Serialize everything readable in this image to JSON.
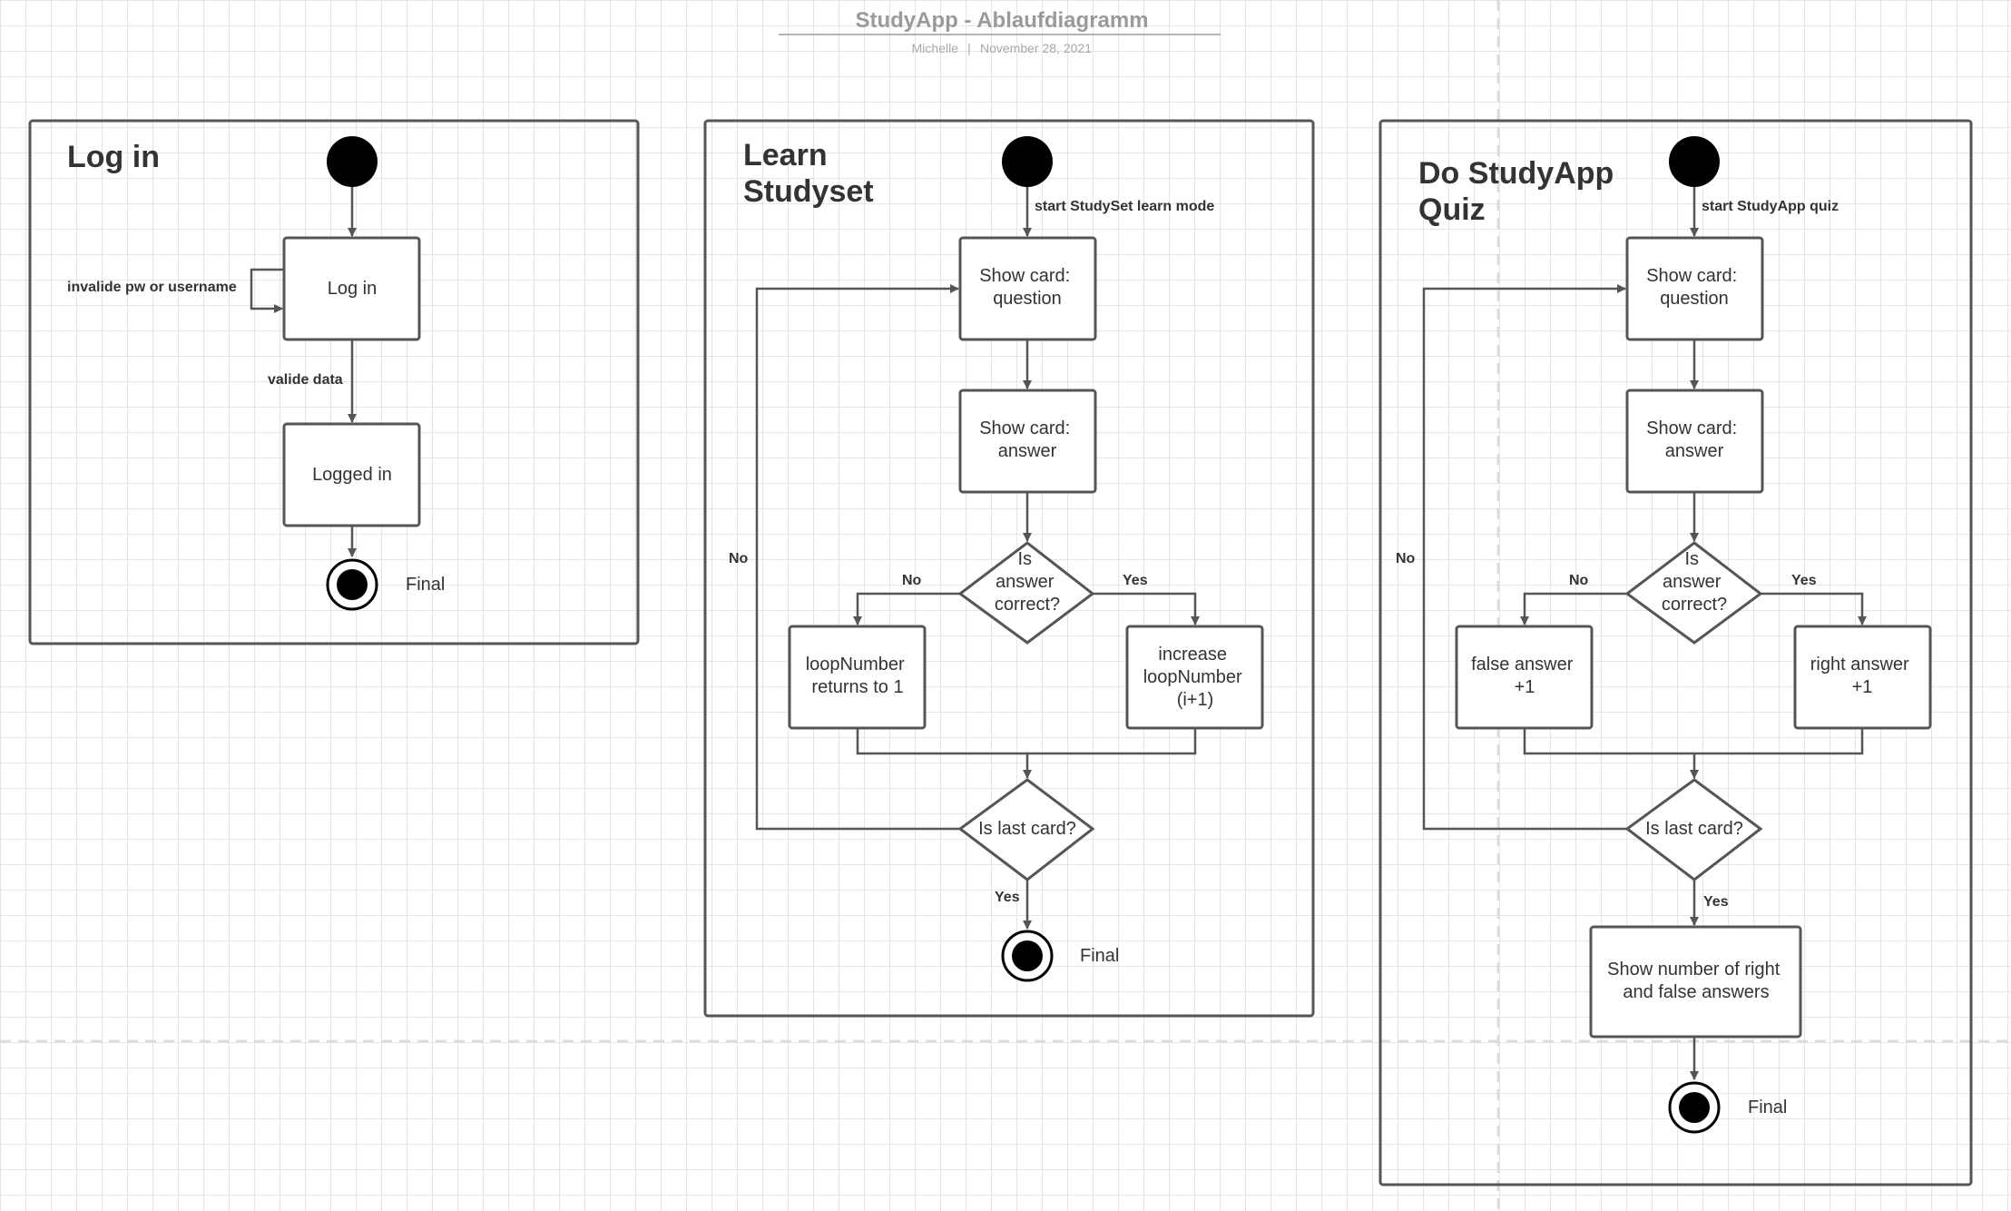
{
  "header": {
    "title": "StudyApp - Ablaufdiagramm",
    "author": "Michelle",
    "separator": "|",
    "date": "November 28, 2021"
  },
  "panels": {
    "login": {
      "title": "Log in",
      "nodes": {
        "login": [
          "Log in"
        ],
        "logged_in": [
          "Logged in"
        ]
      },
      "edges": {
        "invalid": "invalide pw or username",
        "valid": "valide data"
      },
      "final_label": "Final"
    },
    "learn": {
      "title": [
        "Learn",
        "Studyset"
      ],
      "nodes": {
        "question": [
          "Show card:",
          "question"
        ],
        "answer": [
          "Show card:",
          "answer"
        ],
        "correct": [
          "Is",
          "answer",
          "correct?"
        ],
        "loop_reset": [
          "loopNumber",
          "returns to 1"
        ],
        "loop_increase": [
          "increase",
          "loopNumber",
          "(i+1)"
        ],
        "last_card": [
          "Is last card?"
        ]
      },
      "edges": {
        "start": "start StudySet learn mode",
        "no": "No",
        "yes": "Yes",
        "loop_no": "No",
        "last_yes": "Yes"
      },
      "final_label": "Final"
    },
    "quiz": {
      "title": [
        "Do StudyApp",
        "Quiz"
      ],
      "nodes": {
        "question": [
          "Show card:",
          "question"
        ],
        "answer": [
          "Show card:",
          "answer"
        ],
        "correct": [
          "Is",
          "answer",
          "correct?"
        ],
        "false_answer": [
          "false answer",
          "+1"
        ],
        "right_answer": [
          "right answer",
          "+1"
        ],
        "last_card": [
          "Is last card?"
        ],
        "summary": [
          "Show number of right",
          "and false answers"
        ]
      },
      "edges": {
        "start": "start StudyApp quiz",
        "no": "No",
        "yes": "Yes",
        "loop_no": "No",
        "last_yes": "Yes"
      },
      "final_label": "Final"
    }
  }
}
